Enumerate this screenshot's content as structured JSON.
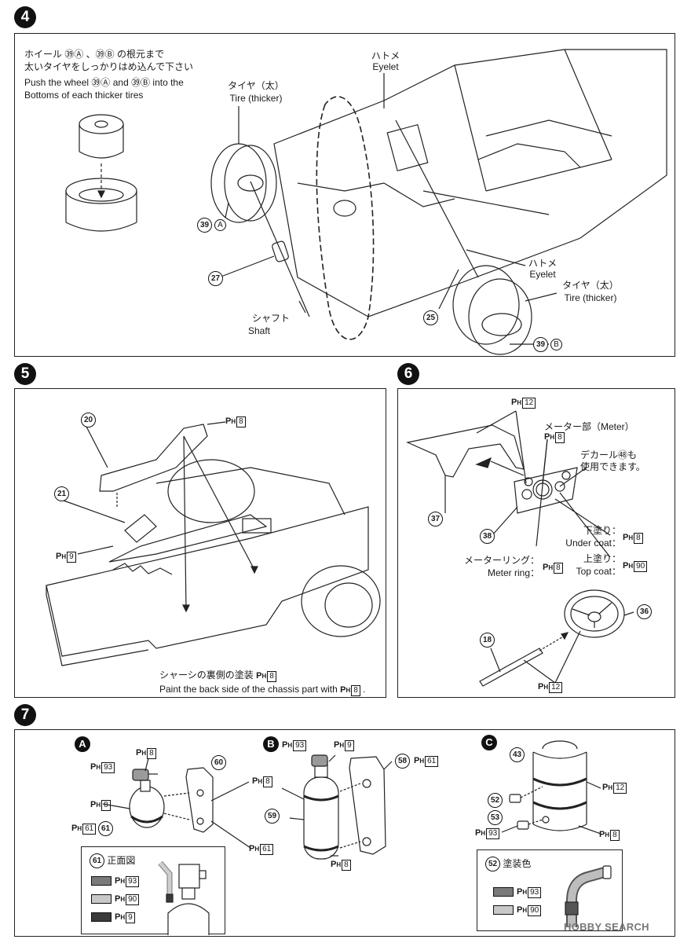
{
  "step4": {
    "number": "4",
    "instruction_ja_1": "ホイール ㊴Ⓐ 、㊴Ⓑ の根元まで",
    "instruction_ja_2": "太いタイヤをしっかりはめ込んで下さい",
    "instruction_en_1": "Push the wheel ㊴Ⓐ and ㊴Ⓑ into the",
    "instruction_en_2": "Bottoms of each thicker tires",
    "eyelet_ja": "ハトメ",
    "eyelet_en": "Eyelet",
    "tire_ja": "タイヤ（太）",
    "tire_en": "Tire (thicker)",
    "part_39a": "39",
    "part_39a_sub": "A",
    "part_27": "27",
    "shaft_ja": "シャフト",
    "shaft_en": "Shaft",
    "eyelet2_ja": "ハトメ",
    "eyelet2_en": "Eyelet",
    "tire2_ja": "タイヤ（太）",
    "tire2_en": "Tire (thicker)",
    "part_25": "25",
    "part_39b": "39",
    "part_39b_sub": "B"
  },
  "step5": {
    "number": "5",
    "part_20": "20",
    "part_21": "21",
    "paint_20": "8",
    "paint_21": "9",
    "note_ja": "シャーシの裏側の塗装",
    "note_ja_code": "8",
    "note_en": "Paint the back side of the chassis part with",
    "note_en_code": "8"
  },
  "step6": {
    "number": "6",
    "paint_37": "12",
    "meter_label": "メーター部（Meter）",
    "paint_meter": "8",
    "decal_ja_1": "デカール㊽も",
    "decal_ja_2": "使用できます。",
    "part_37": "37",
    "part_38": "38",
    "undercoat_ja": "下塗り：",
    "undercoat_en": "Under coat：",
    "undercoat_code": "8",
    "topcoat_ja": "上塗り：",
    "topcoat_en": "Top coat：",
    "topcoat_code": "90",
    "meterring_ja": "メーターリング：",
    "meterring_en": "Meter ring：",
    "meterring_code": "8",
    "part_36": "36",
    "part_18": "18",
    "paint_18_36": "12"
  },
  "step7": {
    "number": "7",
    "section_a": "A",
    "section_b": "B",
    "section_c": "C",
    "a_paint_top": "8",
    "a_paint_valve": "93",
    "a_paint_body": "8",
    "a_paint_61": "61",
    "a_part_61": "61",
    "a_part_60": "60",
    "a_paint_bracket": "8",
    "a_paint_bottom": "61",
    "inset_61_title": "正面図",
    "inset_61_part": "61",
    "inset_61_codes": [
      "93",
      "90",
      "9"
    ],
    "inset_61_colors": [
      "#7a7a7a",
      "#c8c8c8",
      "#3a3a3a"
    ],
    "b_paint_valve": "93",
    "b_paint_top": "9",
    "b_part_58": "58",
    "b_paint_58": "61",
    "b_paint_body": "8",
    "b_part_59": "59",
    "b_paint_bottom": "8",
    "c_part_43": "43",
    "c_paint_band": "12",
    "c_part_52": "52",
    "c_part_53": "53",
    "c_paint_53": "93",
    "c_paint_body": "8",
    "inset_52_part": "52",
    "inset_52_title": "塗装色",
    "inset_52_codes": [
      "93",
      "90"
    ],
    "inset_52_colors": [
      "#7a7a7a",
      "#c8c8c8"
    ]
  },
  "watermark": "HOBBY SEARCH",
  "colors": {
    "ink": "#1a1a1a",
    "paper": "#ffffff"
  }
}
